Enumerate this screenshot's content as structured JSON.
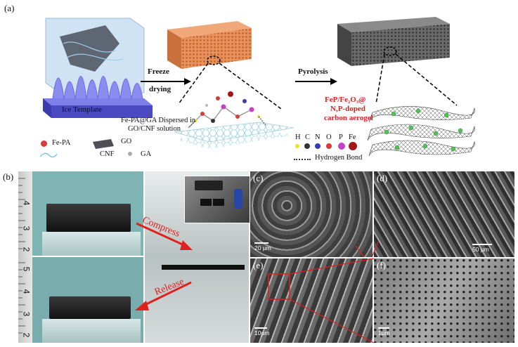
{
  "panels": {
    "a": "(a)",
    "b": "(b)",
    "c": "(c)",
    "d": "(d)",
    "e": "(e)",
    "f": "(f)"
  },
  "schematic": {
    "ice_template": "Ice Template",
    "freeze_line1": "Freeze",
    "freeze_line2": "drying",
    "pyrolysis": "Pyrolysis",
    "dispersed_line1": "Fe-PA@GA Dispersed in",
    "dispersed_line2": "GO/CNF solution",
    "product_line1": "FeP/Fe₂O₃@",
    "product_line2": "N,P-doped",
    "product_line3": "carbon aerogel",
    "legend": {
      "fepa": "Fe-PA",
      "go": "GO",
      "cnf": "CNF",
      "ga": "GA"
    },
    "atoms": [
      "H",
      "C",
      "N",
      "O",
      "P",
      "Fe"
    ],
    "hydrogen_bond": "Hydrogen Bond"
  },
  "photos": {
    "ruler_top": [
      "4",
      "3",
      "2"
    ],
    "ruler_bottom": [
      "5",
      "4",
      "3",
      "2"
    ],
    "compress": "Compress",
    "release": "Release"
  },
  "sem": {
    "c_scale": "20 μm",
    "d_scale": "50 μm",
    "e_scale": "10μm",
    "f_scale": "1μm"
  },
  "colors": {
    "accent_red": "#e0201e",
    "foam_orange": "#e8915a",
    "foam_gray": "#5e5e5e",
    "ice_blue": "#5f5fd6"
  }
}
